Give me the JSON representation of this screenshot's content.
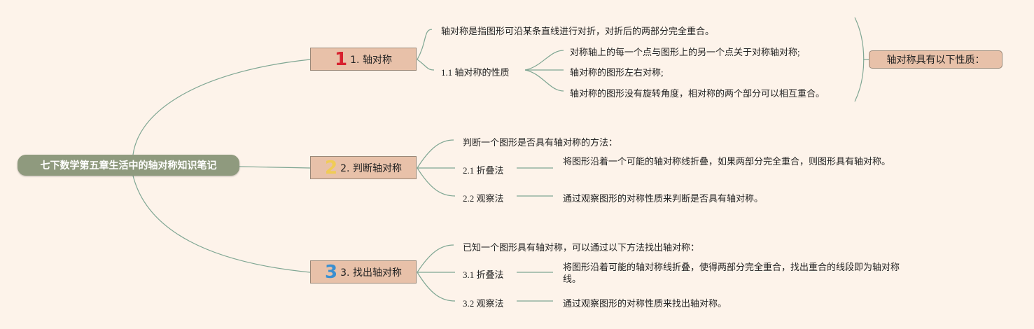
{
  "root": {
    "title": "七下数学第五章生活中的轴对称知识笔记"
  },
  "branches": [
    {
      "number": "1",
      "label": "1. 轴对称",
      "number_color": "#d8212e",
      "definition": "轴对称是指图形可沿某条直线进行对折，对折后的两部分完全重合。",
      "sub_label": "1.1 轴对称的性质",
      "properties": [
        "对称轴上的每一个点与图形上的另一个点关于对称轴对称;",
        "轴对称的图形左右对称;",
        "轴对称的图形没有旋转角度，相对称的两个部分可以相互重合。"
      ],
      "summary": "轴对称具有以下性质："
    },
    {
      "number": "2",
      "label": "2. 判断轴对称",
      "number_color": "#f0cc55",
      "intro": "判断一个图形是否具有轴对称的方法：",
      "methods": [
        {
          "name": "2.1 折叠法",
          "desc": "将图形沿着一个可能的轴对称线折叠，如果两部分完全重合，则图形具有轴对称。"
        },
        {
          "name": "2.2 观察法",
          "desc": "通过观察图形的对称性质来判断是否具有轴对称。"
        }
      ]
    },
    {
      "number": "3",
      "label": "3. 找出轴对称",
      "number_color": "#3a8fd0",
      "intro": "已知一个图形具有轴对称，可以通过以下方法找出轴对称：",
      "methods": [
        {
          "name": "3.1 折叠法",
          "desc": "将图形沿着可能的轴对称线折叠，使得两部分完全重合，找出重合的线段即为轴对称线。"
        },
        {
          "name": "3.2 观察法",
          "desc": "通过观察图形的对称性质来找出轴对称。"
        }
      ]
    }
  ]
}
